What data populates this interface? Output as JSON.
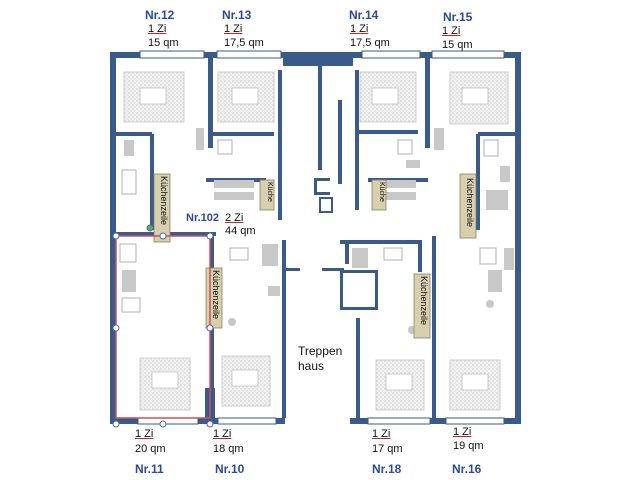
{
  "units": {
    "nr12": {
      "number": "Nr.12",
      "rooms": "1 Zi",
      "area": "15 qm"
    },
    "nr13": {
      "number": "Nr.13",
      "rooms": "1 Zi",
      "area": "17,5 qm"
    },
    "nr14": {
      "number": "Nr.14",
      "rooms": "1 Zi",
      "area": "17,5 qm"
    },
    "nr15": {
      "number": "Nr.15",
      "rooms": "1 Zi",
      "area": "15 qm"
    },
    "nr102": {
      "number": "Nr.102",
      "rooms": "2 Zi",
      "area": "44 qm"
    },
    "nr11": {
      "number": "Nr.11",
      "rooms": "1 Zi",
      "area": "20 qm"
    },
    "nr10": {
      "number": "Nr.10",
      "rooms": "1 Zi",
      "area": "18 qm"
    },
    "nr18": {
      "number": "Nr.18",
      "rooms": "1 Zi",
      "area": "17 qm"
    },
    "nr16": {
      "number": "Nr.16",
      "rooms": "1 Zi",
      "area": "19 qm"
    }
  },
  "rooms": {
    "kuechenzeile_left_top": "Küchenzeile",
    "kuechenzeile_left_mid": "Küchenzeile",
    "kuechenzeile_right_top": "Küchenzeile",
    "kuechenzeile_right_mid": "Küchenzeile",
    "kueche_left": "Küche",
    "kueche_right": "Küche",
    "stairwell_line1": "Treppen",
    "stairwell_line2": "haus"
  },
  "colors": {
    "wall": "#3a5a8a",
    "window": "#ffffff",
    "unit_number": "#2a4aa0",
    "kitchen_fill": "#d8cfae",
    "selection": "#d05050",
    "bed": "#cfcfcf"
  }
}
